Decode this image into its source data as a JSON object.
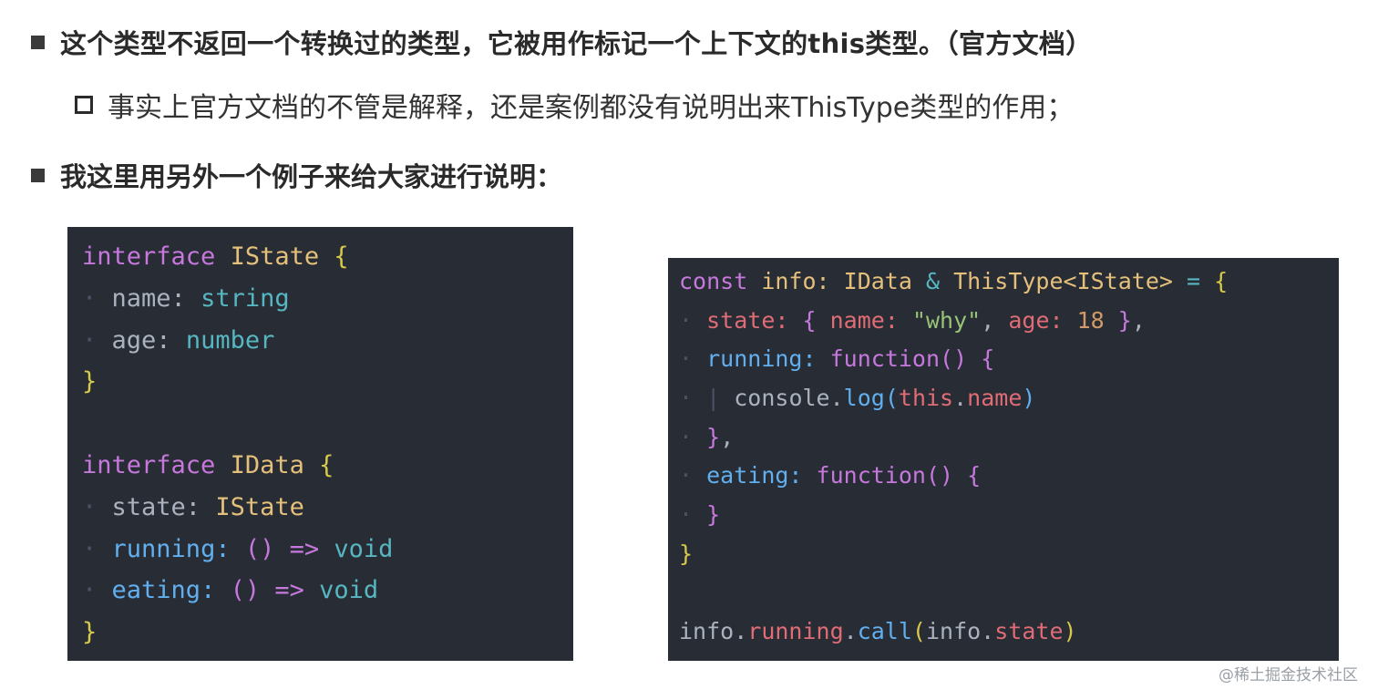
{
  "bullets": {
    "b1": "这个类型不返回一个转换过的类型，它被用作标记一个上下文的this类型。（官方文档）",
    "b2": "事实上官方文档的不管是解释，还是案例都没有说明出来ThisType类型的作用；",
    "b3": "我这里用另外一个例子来给大家进行说明："
  },
  "code_left": {
    "l1_kw": "interface",
    "l1_name": "IState",
    "l1_open": "{",
    "l2_prop": "name:",
    "l2_type": "string",
    "l3_prop": "age:",
    "l3_type": "number",
    "l4_close": "}",
    "l6_kw": "interface",
    "l6_name": "IData",
    "l6_open": "{",
    "l7_prop": "state:",
    "l7_type": "IState",
    "l8_prop": "running:",
    "l8_paren": "()",
    "l8_arrow": "=>",
    "l8_void": "void",
    "l9_prop": "eating:",
    "l9_paren": "()",
    "l9_arrow": "=>",
    "l9_void": "void",
    "l10_close": "}"
  },
  "code_right": {
    "l1_kw": "const",
    "l1_var": "info:",
    "l1_t1": "IData",
    "l1_amp": "&",
    "l1_t2": "ThisType<IState>",
    "l1_eq": "=",
    "l1_open": "{",
    "l2_prop": "state:",
    "l2_ob": "{",
    "l2_k1": "name:",
    "l2_v1": "\"why\"",
    "l2_c": ",",
    "l2_k2": "age:",
    "l2_v2": "18",
    "l2_cb": "}",
    "l2_end": ",",
    "l3_prop": "running:",
    "l3_fn": "function()",
    "l3_open": "{",
    "l4_obj": "console.",
    "l4_fn": "log",
    "l4_po": "(",
    "l4_this": "this",
    "l4_dot": ".",
    "l4_name": "name",
    "l4_pc": ")",
    "l5_close": "}",
    "l5_comma": ",",
    "l6_prop": "eating:",
    "l6_fn": "function()",
    "l6_open": "{",
    "l7_close": "}",
    "l8_close": "}",
    "l10_a": "info.",
    "l10_b": "running",
    "l10_c": ".",
    "l10_d": "call",
    "l10_e": "(",
    "l10_f": "info.",
    "l10_g": "state",
    "l10_h": ")"
  },
  "watermark": "@稀土掘金技术社区"
}
